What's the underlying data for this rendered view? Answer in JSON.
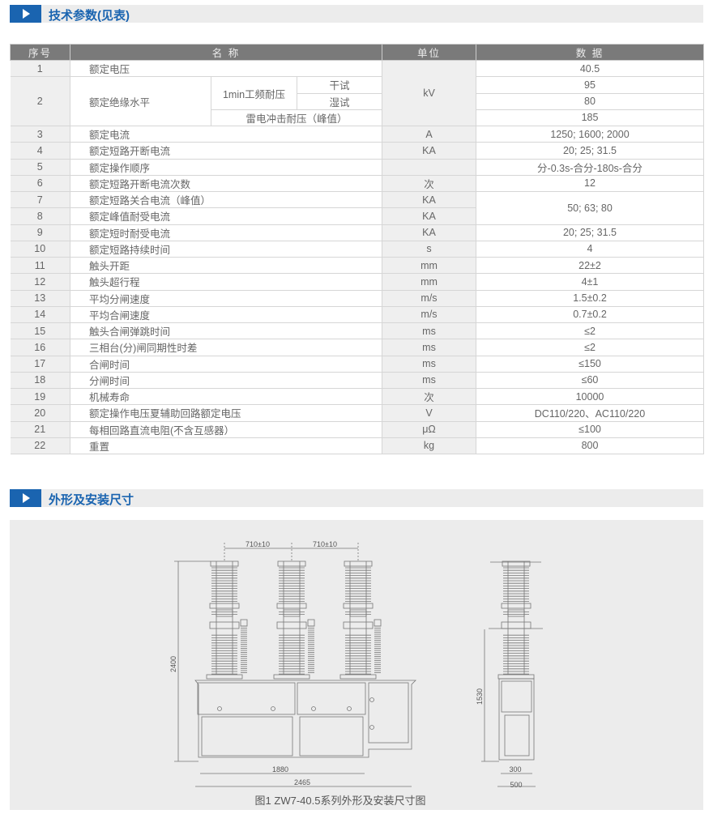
{
  "section1": {
    "title": "技术参数(见表)"
  },
  "table": {
    "headers": [
      "序号",
      "名 称",
      "单位",
      "数 据"
    ],
    "rows": [
      {
        "no": "1",
        "name": "额定电压",
        "unit": "kV",
        "value": "40.5"
      },
      {
        "no": "2",
        "name": "额定绝缘水平",
        "sub1": "1min工频耐压",
        "sub_dry": "干试",
        "sub_wet": "湿试",
        "sub2": "雷电冲击耐压（峰值）",
        "v_dry": "95",
        "v_wet": "80",
        "v_imp": "185"
      },
      {
        "no": "3",
        "name": "额定电流",
        "unit": "A",
        "value": "1250; 1600; 2000"
      },
      {
        "no": "4",
        "name": "额定短路开断电流",
        "unit": "KA",
        "value": "20; 25; 31.5"
      },
      {
        "no": "5",
        "name": "额定操作顺序",
        "unit": "",
        "value": "分-0.3s-合分-180s-合分"
      },
      {
        "no": "6",
        "name": "额定短路开断电流次数",
        "unit": "次",
        "value": "12"
      },
      {
        "no": "7",
        "name": "额定短路关合电流（峰值）",
        "unit": "KA",
        "value": "50; 63; 80"
      },
      {
        "no": "8",
        "name": "额定峰值耐受电流",
        "unit": "KA"
      },
      {
        "no": "9",
        "name": "额定短时耐受电流",
        "unit": "KA",
        "value": "20; 25; 31.5"
      },
      {
        "no": "10",
        "name": "额定短路持续时间",
        "unit": "s",
        "value": "4"
      },
      {
        "no": "11",
        "name": "触头开距",
        "unit": "mm",
        "value": "22±2"
      },
      {
        "no": "12",
        "name": "触头超行程",
        "unit": "mm",
        "value": "4±1"
      },
      {
        "no": "13",
        "name": "平均分闸速度",
        "unit": "m/s",
        "value": "1.5±0.2"
      },
      {
        "no": "14",
        "name": "平均合闸速度",
        "unit": "m/s",
        "value": "0.7±0.2"
      },
      {
        "no": "15",
        "name": "触头合闸弹跳时间",
        "unit": "ms",
        "value": "≤2"
      },
      {
        "no": "16",
        "name": "三相台(分)闸同期性时差",
        "unit": "ms",
        "value": "≤2"
      },
      {
        "no": "17",
        "name": "合闸时间",
        "unit": "ms",
        "value": "≤150"
      },
      {
        "no": "18",
        "name": "分闸时间",
        "unit": "ms",
        "value": "≤60"
      },
      {
        "no": "19",
        "name": "机械寿命",
        "unit": "次",
        "value": "10000"
      },
      {
        "no": "20",
        "name": "额定操作电压夏辅助回路额定电压",
        "unit": "V",
        "value": "DC110/220、AC110/220"
      },
      {
        "no": "21",
        "name": "每相回路直流电阻(不含互感器）",
        "unit": "μΩ",
        "value": "≤100"
      },
      {
        "no": "22",
        "name": "重置",
        "unit": "kg",
        "value": "800"
      }
    ]
  },
  "section2": {
    "title": "外形及安装尺寸"
  },
  "figure": {
    "dim_pitch1": "710±10",
    "dim_pitch2": "710±10",
    "dim_height": "2400",
    "dim_inner_width": "1880",
    "dim_total_width": "2465",
    "dim_side_height": "1530",
    "dim_side_inner": "300",
    "dim_side_width": "500",
    "caption": "图1  ZW7-40.5系列外形及安装尺寸图"
  }
}
